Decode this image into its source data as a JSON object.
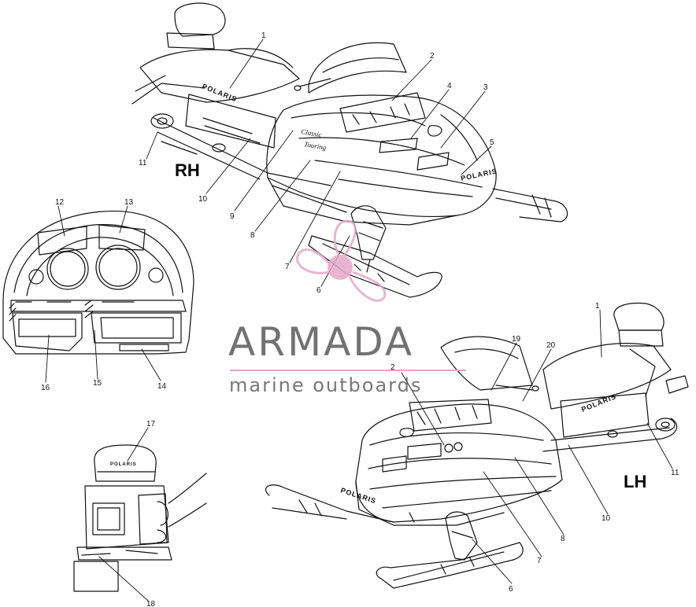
{
  "diagram": {
    "side_labels": {
      "rh": "RH",
      "lh": "LH"
    },
    "brand_decal": "POLARIS",
    "hood_decal_script": [
      "Classic",
      "Touring"
    ],
    "callouts_rh": [
      "1",
      "2",
      "4",
      "3",
      "5",
      "11",
      "10",
      "9",
      "8",
      "7",
      "6"
    ],
    "callouts_dash": [
      "12",
      "13",
      "16",
      "15",
      "14"
    ],
    "callouts_lh": [
      "1",
      "19",
      "20",
      "2",
      "11",
      "10",
      "8",
      "7",
      "6"
    ],
    "callouts_seat": [
      "17",
      "18"
    ]
  },
  "watermark": {
    "title": "ARMADA",
    "subtitle": "marine outboards",
    "accent_color": "#e3a9c9",
    "text_color": "#5f5f5f"
  }
}
